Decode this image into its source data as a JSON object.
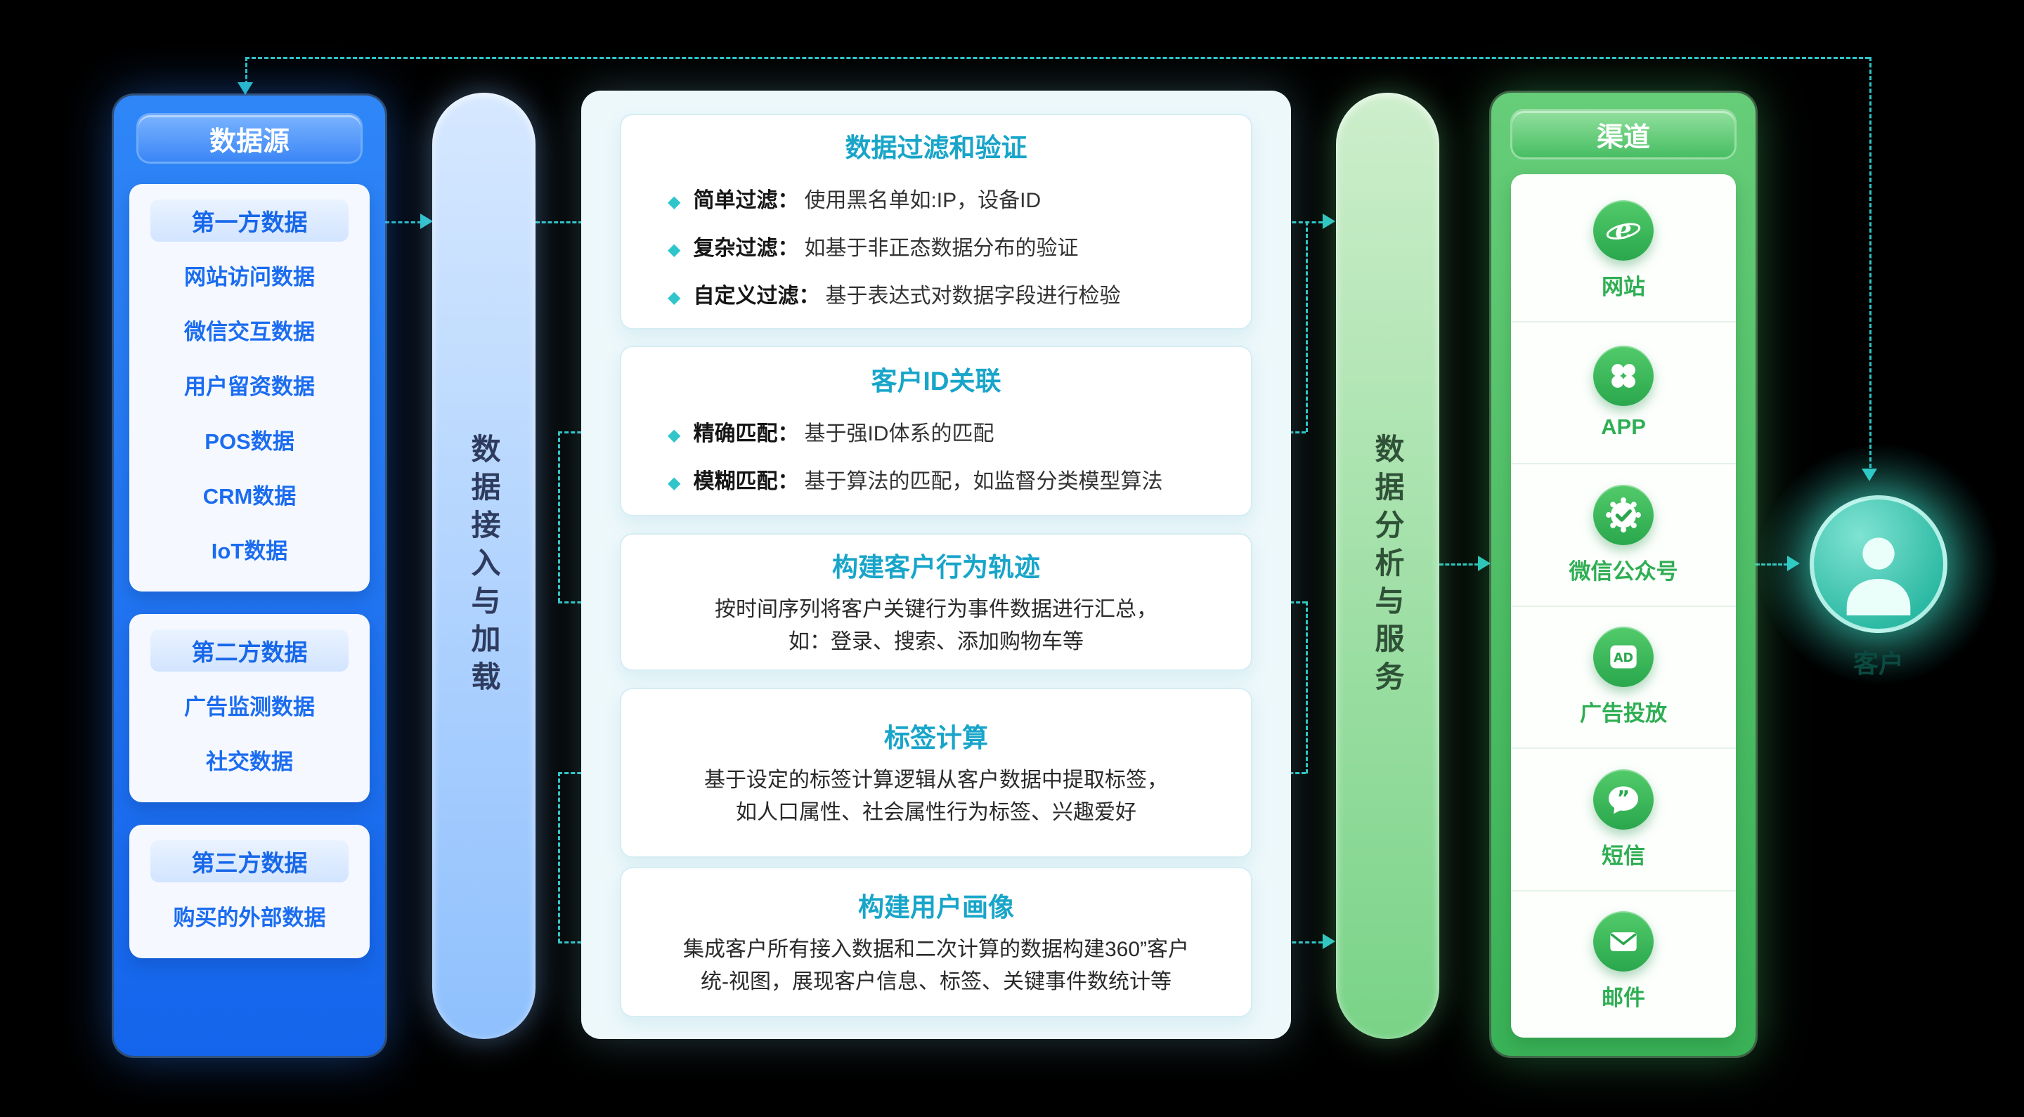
{
  "data_sources": {
    "title": "数据源",
    "groups": [
      {
        "label": "第一方数据",
        "items": [
          "网站访问数据",
          "微信交互数据",
          "用户留资数据",
          "POS数据",
          "CRM数据",
          "IoT数据"
        ]
      },
      {
        "label": "第二方数据",
        "items": [
          "广告监测数据",
          "社交数据"
        ]
      },
      {
        "label": "第三方数据",
        "items": [
          "购买的外部数据"
        ]
      }
    ]
  },
  "ingestion_bar": {
    "label": "数据接入与加载"
  },
  "processing": {
    "cards": [
      {
        "title": "数据过滤和验证",
        "bullets": [
          {
            "label": "简单过滤：",
            "text": "使用黑名单如:IP，设备ID"
          },
          {
            "label": "复杂过滤：",
            "text": "如基于非正态数据分布的验证"
          },
          {
            "label": "自定义过滤：",
            "text": "基于表达式对数据字段进行检验"
          }
        ]
      },
      {
        "title": "客户ID关联",
        "bullets": [
          {
            "label": "精确匹配：",
            "text": "基于强ID体系的匹配"
          },
          {
            "label": "模糊匹配：",
            "text": "基于算法的匹配，如监督分类模型算法"
          }
        ]
      },
      {
        "title": "构建客户行为轨迹",
        "line1": "按时间序列将客户关键行为事件数据进行汇总，",
        "line2": "如：登录、搜索、添加购物车等"
      },
      {
        "title": "标签计算",
        "line1": "基于设定的标签计算逻辑从客户数据中提取标签，",
        "line2": "如人口属性、社会属性行为标签、兴趣爱好"
      },
      {
        "title": "构建用户画像",
        "line1": "集成客户所有接入数据和二次计算的数据构建360”客户",
        "line2": "统-视图，展现客户信息、标签、关键事件数统计等"
      }
    ]
  },
  "analysis_bar": {
    "label": "数据分析与服务"
  },
  "channels": {
    "title": "渠道",
    "items": [
      {
        "label": "网站",
        "icon": "browser-icon"
      },
      {
        "label": "APP",
        "icon": "app-grid-icon"
      },
      {
        "label": "微信公众号",
        "icon": "wechat-official-badge-icon"
      },
      {
        "label": "广告投放",
        "icon": "ad-badge-icon"
      },
      {
        "label": "短信",
        "icon": "sms-bubble-icon"
      },
      {
        "label": "邮件",
        "icon": "mail-envelope-icon"
      }
    ]
  },
  "customer": {
    "label": "客户"
  },
  "colors": {
    "accent_teal": "#2cc5c7",
    "brand_blue": "#1b74f2",
    "brand_green": "#3cb75b",
    "card_title_teal": "#18a5c9"
  }
}
